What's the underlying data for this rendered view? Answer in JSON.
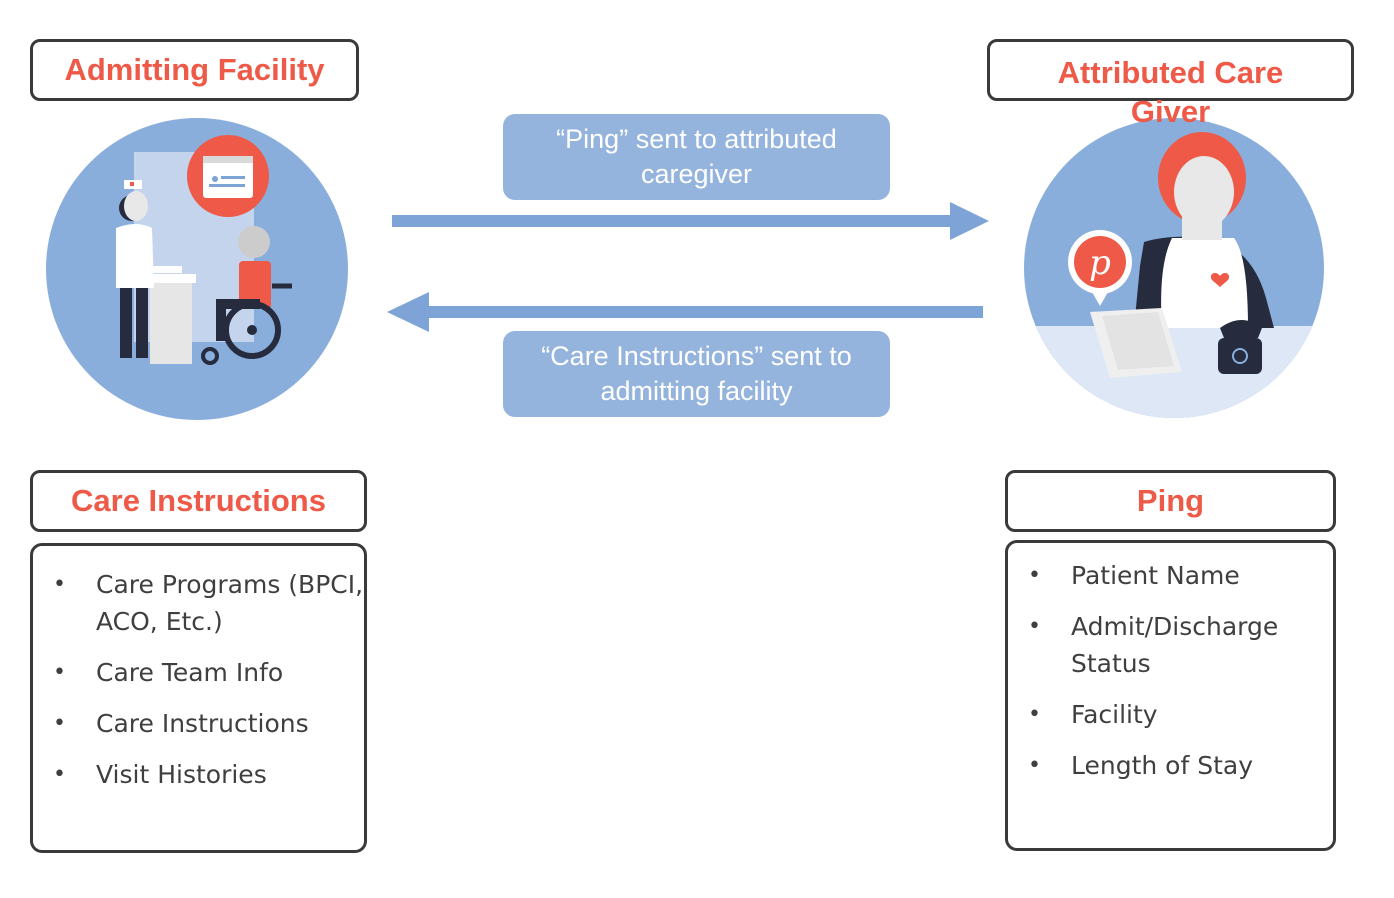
{
  "left": {
    "title": "Admitting Facility",
    "list_title": "Care Instructions",
    "items": [
      "Care Programs (BPCI, ACO, Etc.)",
      "Care Team Info",
      "Care Instructions",
      "Visit Histories"
    ]
  },
  "right": {
    "title": "Attributed Care Giver",
    "list_title": "Ping",
    "items": [
      "Patient Name",
      "Admit/Discharge Status",
      "Facility",
      "Length of Stay"
    ]
  },
  "messages": {
    "ping": "“Ping” sent to attributed caregiver",
    "care_instructions": "“Care Instructions” sent to admitting facility"
  },
  "icons": {
    "left_illustration": "nurse-and-wheelchair-patient-illustration",
    "right_illustration": "caregiver-at-desk-illustration",
    "arrow_right": "arrow-right-icon",
    "arrow_left": "arrow-left-icon"
  },
  "colors": {
    "accent": "#ee5a47",
    "message_fill": "#94b3dd",
    "arrow": "#7ea3d6",
    "circle": "#8aaedc"
  }
}
